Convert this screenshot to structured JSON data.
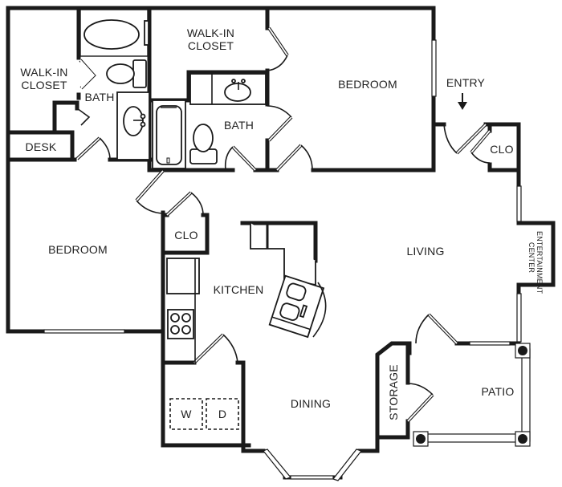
{
  "floorplan": {
    "rooms": [
      {
        "id": "walk-in-closet-1",
        "label_line1": "WALK-IN",
        "label_line2": "CLOSET"
      },
      {
        "id": "bath-1",
        "label": "BATH"
      },
      {
        "id": "desk",
        "label": "DESK"
      },
      {
        "id": "walk-in-closet-2",
        "label_line1": "WALK-IN",
        "label_line2": "CLOSET"
      },
      {
        "id": "bath-2",
        "label": "BATH"
      },
      {
        "id": "bedroom-master",
        "label": "BEDROOM"
      },
      {
        "id": "entry",
        "label": "ENTRY"
      },
      {
        "id": "clo-entry",
        "label": "CLO"
      },
      {
        "id": "bedroom-2",
        "label": "BEDROOM"
      },
      {
        "id": "clo-hall",
        "label": "CLO"
      },
      {
        "id": "kitchen",
        "label": "KITCHEN"
      },
      {
        "id": "living",
        "label": "LIVING"
      },
      {
        "id": "entertainment-center",
        "label_line1": "ENTERTAINMENT",
        "label_line2": "CENTER"
      },
      {
        "id": "dining",
        "label": "DINING"
      },
      {
        "id": "storage",
        "label": "STORAGE"
      },
      {
        "id": "patio",
        "label": "PATIO"
      },
      {
        "id": "washer",
        "label": "W"
      },
      {
        "id": "dryer",
        "label": "D"
      }
    ],
    "icons": {
      "entry_arrow": "arrow-down"
    },
    "colors": {
      "wall": "#1a1a1a",
      "background": "#ffffff"
    }
  }
}
